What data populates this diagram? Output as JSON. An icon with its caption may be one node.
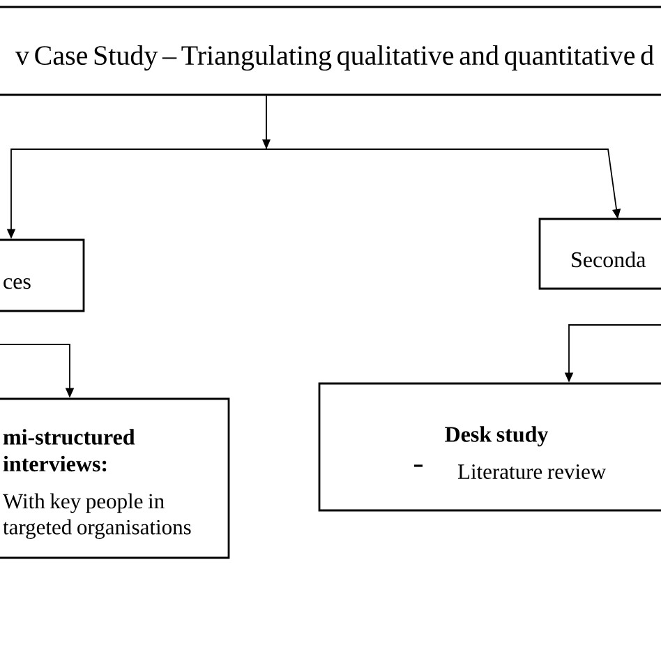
{
  "diagram": {
    "nodes": [
      {
        "text": [
          "v Case Study – Triangulating qualitative and quantitative d"
        ]
      },
      {
        "text": [
          "ces"
        ]
      },
      {
        "text": [
          "Seconda"
        ]
      },
      {
        "text": [
          "mi-structured interviews:",
          "With key people in targeted organisations"
        ]
      },
      {
        "text": [
          "Desk study",
          "Literature review"
        ]
      }
    ],
    "edges": [
      {
        "from": 0,
        "to": 1,
        "arrow": "to"
      },
      {
        "from": 0,
        "to": 2,
        "arrow": "to"
      },
      {
        "from": null,
        "to": 3,
        "arrow": "to"
      },
      {
        "from": null,
        "to": 4,
        "arrow": "to"
      }
    ]
  }
}
